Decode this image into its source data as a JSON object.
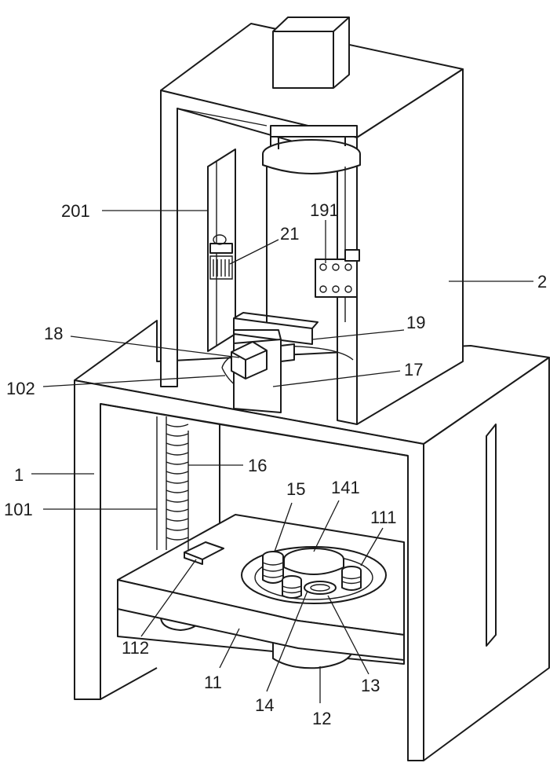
{
  "labels": {
    "l201": "201",
    "l21": "21",
    "l191": "191",
    "l2": "2",
    "l18": "18",
    "l19": "19",
    "l102": "102",
    "l17": "17",
    "l1": "1",
    "l16": "16",
    "l101": "101",
    "l15": "15",
    "l141": "141",
    "l111": "111",
    "l112": "112",
    "l11": "11",
    "l14": "14",
    "l13": "13",
    "l12": "12"
  },
  "colors": {
    "line": "#1a1a1a",
    "background": "#ffffff"
  }
}
